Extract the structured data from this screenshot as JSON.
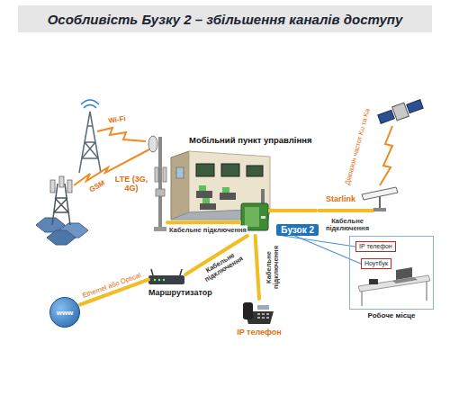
{
  "diagram": {
    "title": "Особливість Бузку 2 – збільшення каналів доступу",
    "nodes": [
      {
        "text": [
          "Мобільний пункт управління"
        ]
      },
      {
        "text": [
          "LTE (3G, 4G)"
        ]
      },
      {
        "text": [
          "Бузок 2"
        ]
      },
      {
        "text": [
          "Starlink"
        ]
      },
      {
        "text": [
          "Маршрутизатор"
        ]
      },
      {
        "text": [
          "www"
        ]
      },
      {
        "text": [
          "IP телефон"
        ]
      },
      {
        "text": [
          "Робоче місце"
        ]
      },
      {
        "text": [
          "IP телефон"
        ],
        "in": 7
      },
      {
        "text": [
          "Ноутбук"
        ],
        "in": 7
      }
    ],
    "edges": [
      {
        "from": 1,
        "to": 2,
        "label": "Кабельне підключення",
        "arrow": "none"
      },
      {
        "from": 2,
        "to": 3,
        "label": "Кабельне підключення",
        "arrow": "none"
      },
      {
        "from": 4,
        "to": 2,
        "label": "Кабельне підключення",
        "arrow": "none"
      },
      {
        "from": 6,
        "to": 2,
        "label": "Кабельне підключення",
        "arrow": "none"
      },
      {
        "from": 5,
        "to": 4,
        "label": "Ethernet або Optical",
        "arrow": "none"
      },
      {
        "from": 2,
        "to": 8,
        "arrow": "none"
      },
      {
        "from": 2,
        "to": 9,
        "arrow": "none"
      }
    ],
    "labels": [
      "Wi-Fi",
      "GSM",
      "Діапазон частот Ku та Ka"
    ]
  }
}
